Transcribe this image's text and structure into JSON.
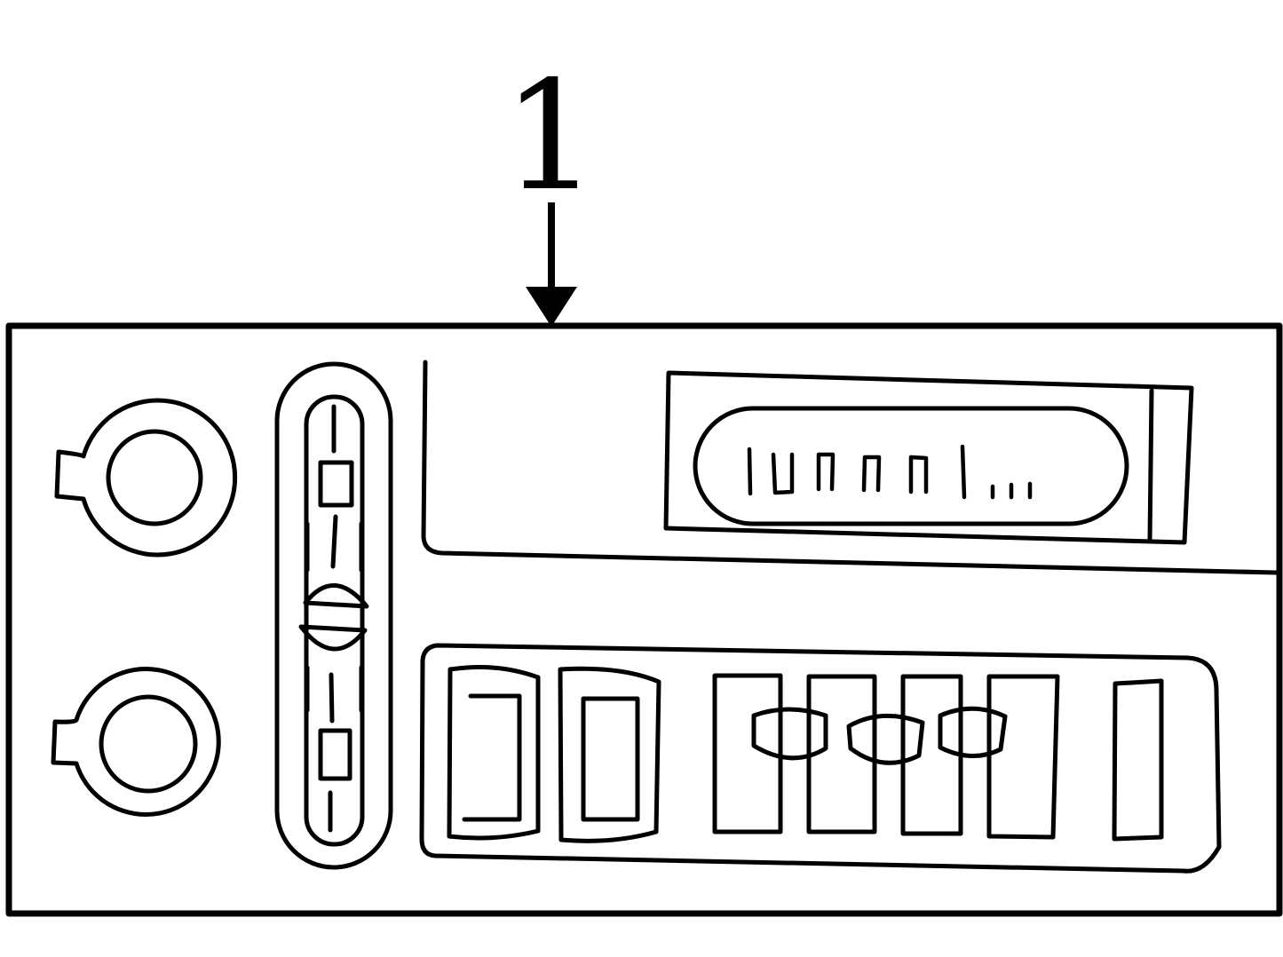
{
  "callout": {
    "number": "1",
    "target": "radio-unit"
  },
  "colors": {
    "line": "#000000",
    "background": "#ffffff"
  },
  "parts": {
    "knobs": [
      "upper-knob",
      "lower-knob"
    ],
    "slider_panel": "rocker-slider-panel",
    "display": "frequency-display",
    "preset_buttons": [
      "preset-button-1",
      "preset-button-2",
      "preset-button-3",
      "preset-button-4",
      "preset-button-5",
      "preset-button-6",
      "preset-button-7"
    ]
  }
}
